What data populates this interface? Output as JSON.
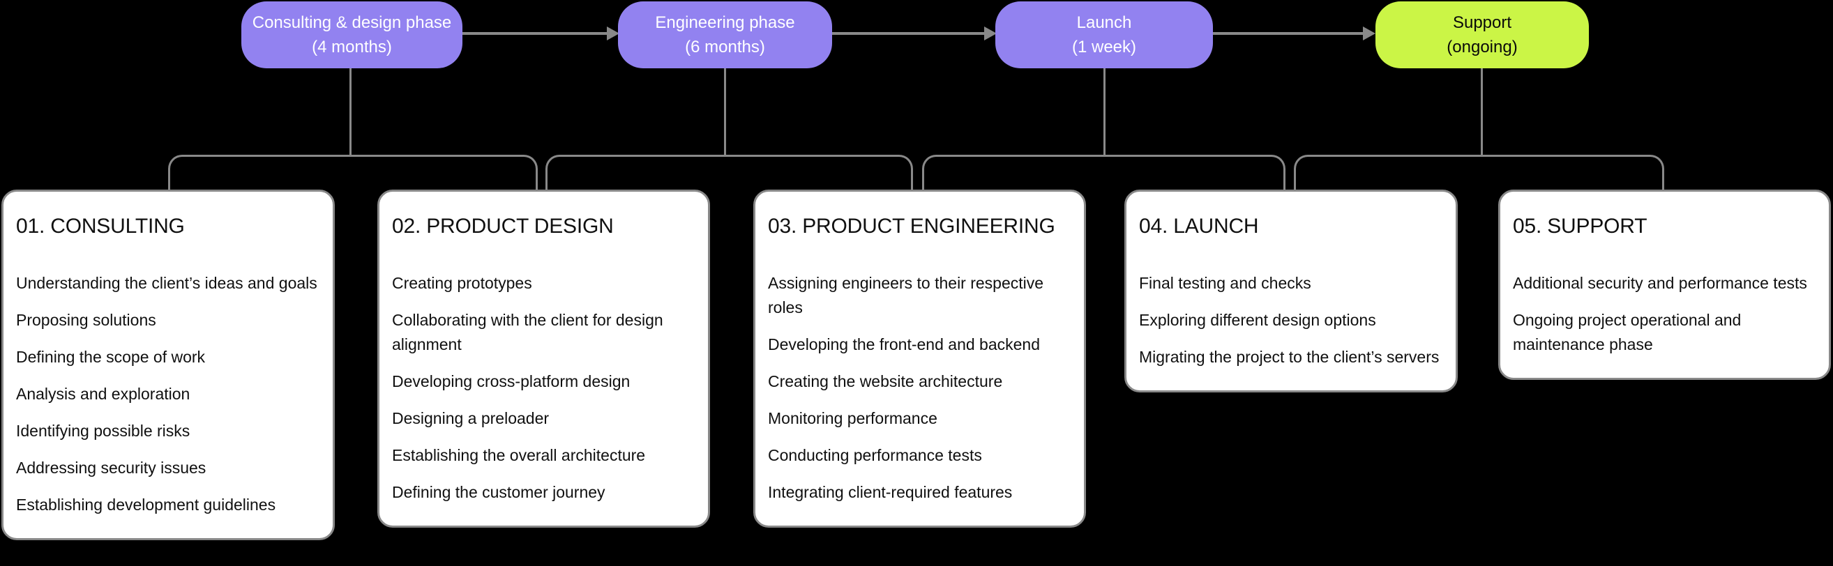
{
  "colors": {
    "background": "#000000",
    "phase_purple": "#9282F0",
    "phase_lime": "#CBF546",
    "phase_text_light": "#FFFFFF",
    "phase_text_dark": "#0A0A0A",
    "connector_gray": "#898989",
    "card_background": "#FFFFFF",
    "card_border": "#898989",
    "card_text": "#101010"
  },
  "timeline": {
    "phases": [
      {
        "label": "Consulting & design phase",
        "duration": "(4 months)",
        "color": "#9282F0",
        "text_color": "#FFFFFF"
      },
      {
        "label": "Engineering phase",
        "duration": "(6 months)",
        "color": "#9282F0",
        "text_color": "#FFFFFF"
      },
      {
        "label": "Launch",
        "duration": "(1 week)",
        "color": "#9282F0",
        "text_color": "#FFFFFF"
      },
      {
        "label": "Support",
        "duration": "(ongoing)",
        "color": "#CBF546",
        "text_color": "#0A0A0A"
      }
    ]
  },
  "connectors": {
    "phase_arrows": [
      "phase-1 to phase-2",
      "phase-2 to phase-3",
      "phase-3 to phase-4"
    ],
    "phase_to_cards": [
      {
        "phase": 1,
        "cards": [
          "01",
          "02"
        ]
      },
      {
        "phase": 2,
        "cards": [
          "02",
          "03"
        ]
      },
      {
        "phase": 3,
        "cards": [
          "03",
          "04"
        ]
      },
      {
        "phase": 4,
        "cards": [
          "04",
          "05"
        ]
      }
    ]
  },
  "cards": [
    {
      "title": "01. CONSULTING",
      "items": [
        "Understanding the client’s ideas and goals",
        "Proposing solutions",
        "Defining the scope of work",
        "Analysis and exploration",
        "Identifying possible risks",
        "Addressing security issues",
        "Establishing development guidelines"
      ]
    },
    {
      "title": "02. PRODUCT DESIGN",
      "items": [
        "Creating prototypes",
        "Collaborating with the client for design alignment",
        "Developing cross-platform design",
        "Designing a preloader",
        "Establishing the overall architecture",
        "Defining the customer journey"
      ]
    },
    {
      "title": "03. PRODUCT ENGINEERING",
      "items": [
        "Assigning engineers to their respective roles",
        "Developing the front-end and backend",
        "Creating the website architecture",
        "Monitoring performance",
        "Conducting performance tests",
        "Integrating client-required features"
      ]
    },
    {
      "title": "04. LAUNCH",
      "items": [
        "Final testing and checks",
        "Exploring different design options",
        "Migrating the project to the client’s servers"
      ]
    },
    {
      "title": "05. SUPPORT",
      "items": [
        "Additional security and performance tests",
        "Ongoing project operational and maintenance phase"
      ]
    }
  ]
}
